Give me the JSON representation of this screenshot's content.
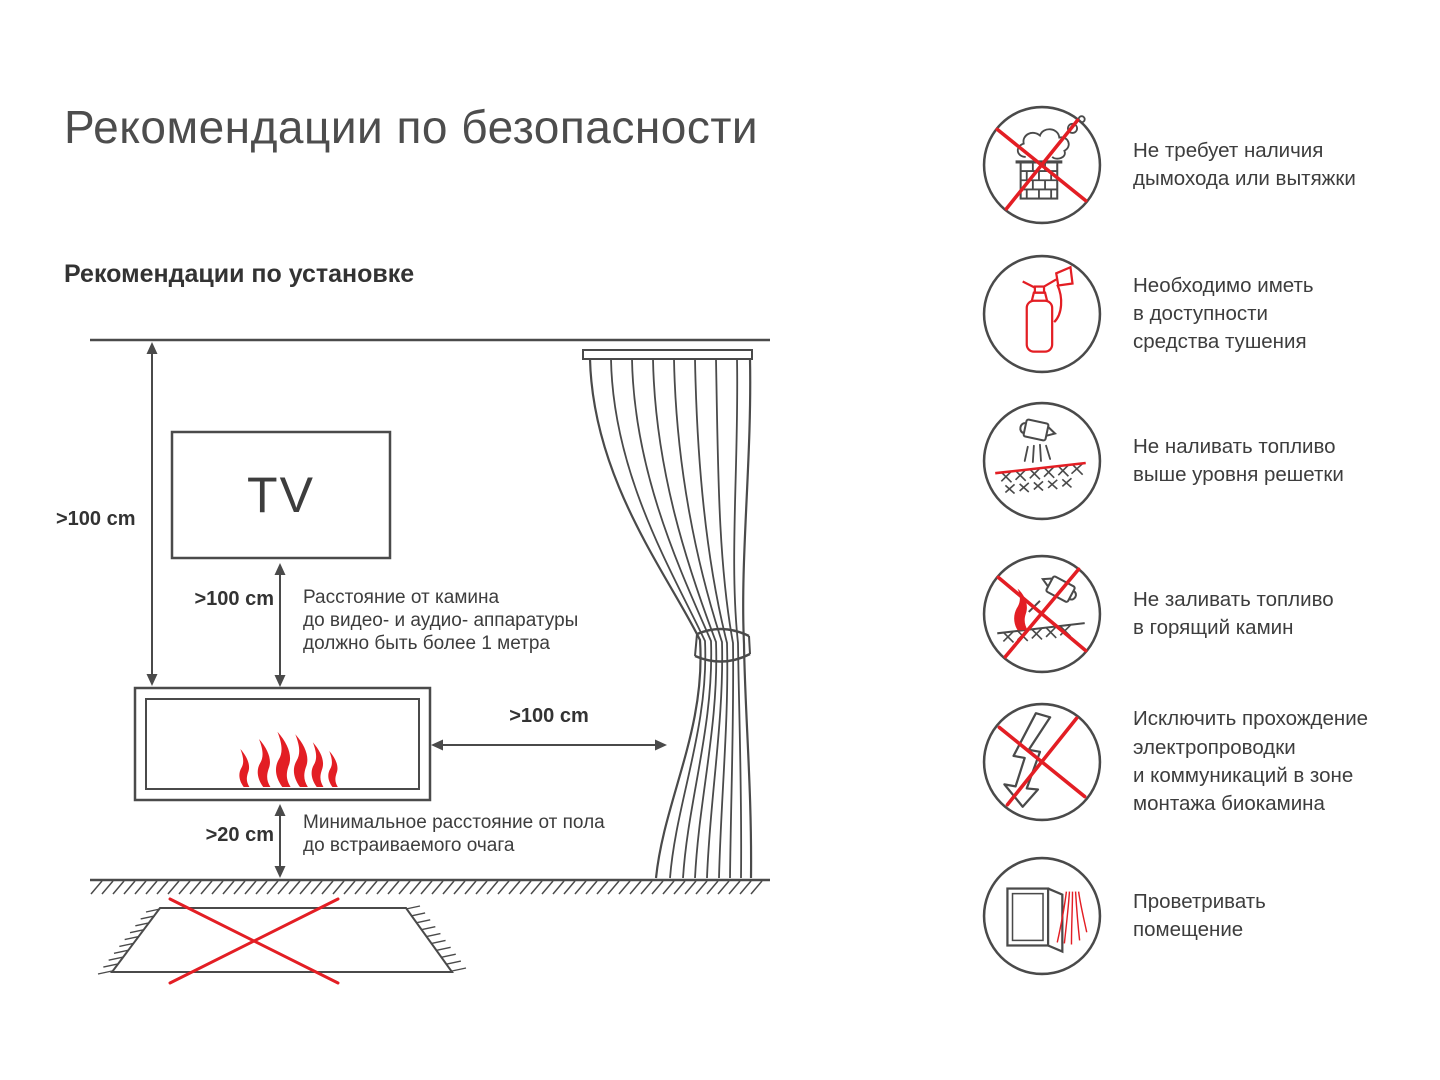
{
  "page": {
    "title": "Рекомендации по безопасности",
    "subtitle": "Рекомендации по установке"
  },
  "colors": {
    "accent_red": "#e31e24",
    "line_gray": "#4a4a4a"
  },
  "diagram": {
    "tv_label": "TV",
    "dims": {
      "ceiling_to_fireplace": ">100 cm",
      "tv_to_fireplace": ">100 cm",
      "fireplace_to_curtain": ">100 cm",
      "floor_to_fireplace": ">20 cm"
    },
    "notes": {
      "tv_distance": "Расстояние от камина\nдо видео- и аудио- аппаратуры\nдолжно быть более 1 метра",
      "floor_distance": "Минимальное расстояние от пола\nдо встраиваемого очага"
    }
  },
  "safety_items": [
    {
      "icon": "no-chimney-icon",
      "text": "Не требует наличия\nдымохода или вытяжки"
    },
    {
      "icon": "fire-extinguisher-icon",
      "text": "Необходимо иметь\nв доступности\nсредства тушения"
    },
    {
      "icon": "fuel-level-icon",
      "text": "Не наливать топливо\nвыше уровня решетки"
    },
    {
      "icon": "no-refuel-burning-fireplace-icon",
      "text": "Не заливать топливо\nв горящий камин"
    },
    {
      "icon": "no-electric-wiring-icon",
      "text": "Исключить прохождение\nэлектропроводки\nи коммуникаций в зоне\nмонтажа биокамина"
    },
    {
      "icon": "ventilate-room-icon",
      "text": "Проветривать\nпомещение"
    }
  ]
}
